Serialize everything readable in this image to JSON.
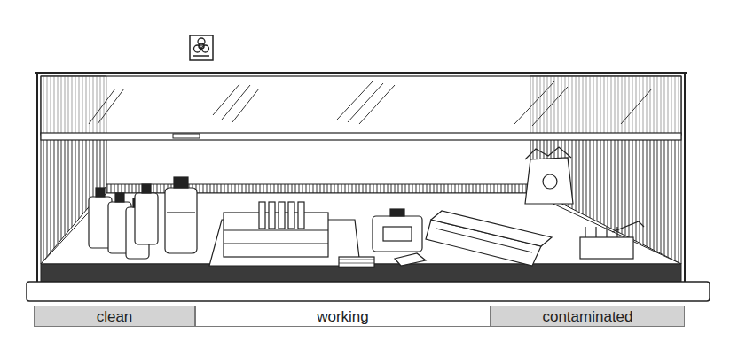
{
  "diagram": {
    "nodes": [
      {
        "text": [
          "clean"
        ]
      },
      {
        "text": [
          "working"
        ]
      },
      {
        "text": [
          "contaminated"
        ]
      }
    ]
  }
}
